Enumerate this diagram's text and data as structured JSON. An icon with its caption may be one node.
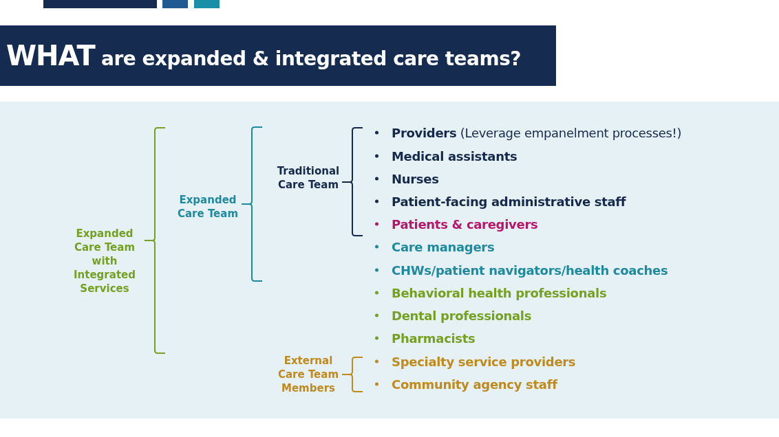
{
  "diagram": {
    "title": "WHAT are expanded & integrated care teams?",
    "nodes": [
      {
        "text": [
          "Expanded Care Team with Integrated Services"
        ]
      },
      {
        "text": [
          "Expanded Care Team"
        ]
      },
      {
        "text": [
          "Traditional Care Team"
        ]
      },
      {
        "text": [
          "External Care Team Members"
        ]
      },
      {
        "text": [
          "**Providers** (Leverage empanelment processes!)"
        ]
      },
      {
        "text": [
          "Medical assistants"
        ]
      },
      {
        "text": [
          "Nurses"
        ]
      },
      {
        "text": [
          "Patient-facing administrative staff"
        ]
      },
      {
        "text": [
          "Patients & caregivers"
        ]
      },
      {
        "text": [
          "Care managers"
        ]
      },
      {
        "text": [
          "CHWs/patient navigators/health coaches"
        ]
      },
      {
        "text": [
          "Behavioral health professionals"
        ]
      },
      {
        "text": [
          "Dental professionals"
        ]
      },
      {
        "text": [
          "Pharmacists"
        ]
      },
      {
        "text": [
          "Specialty service providers"
        ]
      },
      {
        "text": [
          "Community agency staff"
        ]
      }
    ]
  }
}
